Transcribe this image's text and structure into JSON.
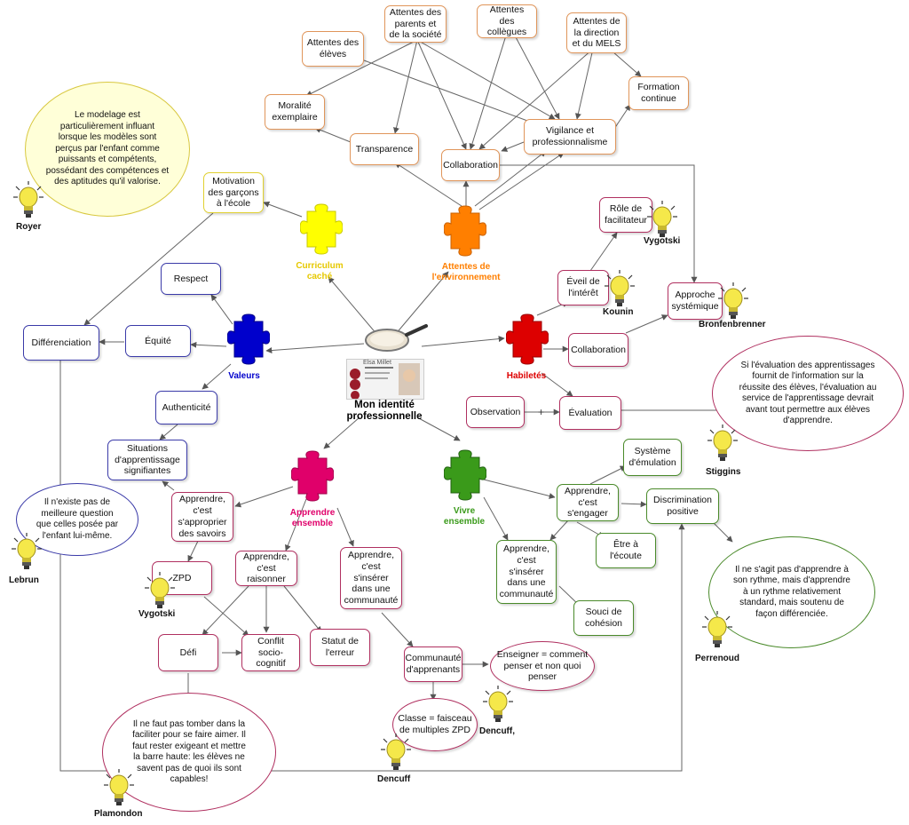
{
  "center": {
    "title": "Mon identité professionnelle",
    "photo_title": "Elsa Millet"
  },
  "puzzles": [
    {
      "key": "curriculum",
      "label": "Curriculum caché",
      "color": "#ffff00",
      "label_color": "#e6c800"
    },
    {
      "key": "attentes",
      "label": "Attentes de l'environnement",
      "color": "#ff7f00",
      "label_color": "#ff7f00"
    },
    {
      "key": "valeurs",
      "label": "Valeurs",
      "color": "#0000cc",
      "label_color": "#0000cc"
    },
    {
      "key": "habiletes",
      "label": "Habiletés",
      "color": "#dd0000",
      "label_color": "#dd0000"
    },
    {
      "key": "apprendre",
      "label": "Apprendre ensemble",
      "color": "#e0006a",
      "label_color": "#e0006a"
    },
    {
      "key": "vivre",
      "label": "Vivre ensemble",
      "color": "#3a9a1a",
      "label_color": "#3a9a1a"
    }
  ],
  "nodes": {
    "attentes_eleves": "Attentes des élèves",
    "attentes_parents": "Attentes des parents et de la société",
    "attentes_collegues": "Attentes des collègues",
    "attentes_direction": "Attentes de la direction et du MELS",
    "moralite": "Moralité exemplaire",
    "formation": "Formation continue",
    "transparence": "Transparence",
    "vigilance": "Vigilance et professionnalisme",
    "collaboration_top": "Collaboration",
    "motivation": "Motivation des garçons à l'école",
    "respect": "Respect",
    "equite": "Équité",
    "differenciation": "Différenciation",
    "authenticite": "Authenticité",
    "situations": "Situations d'apprentissage signifiantes",
    "role": "Rôle de facilitateur",
    "eveil": "Éveil de l'intérêt",
    "approche": "Approche systémique",
    "collaboration_right": "Collaboration",
    "observation": "Observation",
    "evaluation": "Évaluation",
    "apprendre_savoirs": "Apprendre, c'est s'approprier des savoirs",
    "zpd": "ZPD",
    "apprendre_raisonner": "Apprendre, c'est raisonner",
    "apprendre_inserer": "Apprendre, c'est s'insérer dans une communauté",
    "defi": "Défi",
    "conflit": "Conflit socio-cognitif",
    "statut": "Statut de l'erreur",
    "communaute": "Communauté d'apprenants",
    "classe": "Classe = faisceau de multiples ZPD",
    "systeme": "Système d'émulation",
    "apprendre_engager": "Apprendre, c'est s'engager",
    "discrimination": "Discrimination positive",
    "etre_ecoute": "Être à l'écoute",
    "apprendre_inserer_vivre": "Apprendre, c'est s'insérer dans une communauté",
    "souci": "Souci de cohésion",
    "enseigner": "Enseigner = comment penser et non quoi penser"
  },
  "bubbles": {
    "royer": "Le modelage est particulièrement influant lorsque les modèles sont perçus par l'enfant comme puissants et compétents, possédant des compétences et des aptitudes qu'il valorise.",
    "lebrun": "Il n'existe pas de meilleure question que celles posée par l'enfant lui-même.",
    "stiggins": "Si l'évaluation des apprentissages fournit de l'information sur la réussite des élèves, l'évaluation au service de l'apprentissage devrait avant tout permettre aux élèves d'apprendre.",
    "perrenoud": "Il ne s'agit pas d'apprendre à son rythme, mais d'apprendre à un rythme relativement standard, mais soutenu de façon différenciée.",
    "plamondon": "Il ne faut pas tomber dans la faciliter pour se faire aimer. Il faut rester exigeant et mettre la barre haute: les élèves ne savent pas de quoi ils sont capables!"
  },
  "people": {
    "royer": "Royer",
    "lebrun": "Lebrun",
    "vygotski_top": "Vygotski",
    "kounin": "Kounin",
    "bronfenbrenner": "Bronfenbrenner",
    "stiggins": "Stiggins",
    "vygotski_left": "Vygotski",
    "perrenoud": "Perrenoud",
    "dencuff_a": "Dencuff,",
    "dencuff_b": "Dencuff",
    "plamondon": "Plamondon"
  },
  "colors": {
    "orange": "#e0955a",
    "blue": "#3a3aa8",
    "pink": "#b03060",
    "green": "#4a8a2a",
    "bulb": "#f5e84a",
    "edge": "#555555"
  }
}
